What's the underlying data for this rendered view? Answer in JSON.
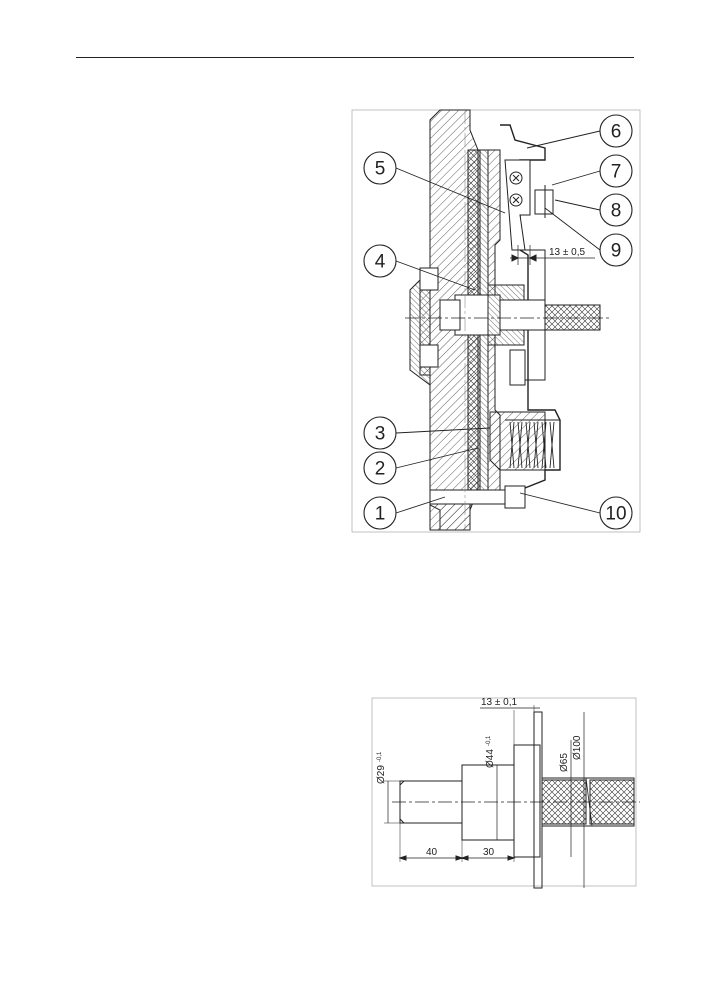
{
  "figure_a": {
    "callouts": [
      {
        "id": "callout-1",
        "label": "1"
      },
      {
        "id": "callout-2",
        "label": "2"
      },
      {
        "id": "callout-3",
        "label": "3"
      },
      {
        "id": "callout-4",
        "label": "4"
      },
      {
        "id": "callout-5",
        "label": "5"
      },
      {
        "id": "callout-6",
        "label": "6"
      },
      {
        "id": "callout-7",
        "label": "7"
      },
      {
        "id": "callout-8",
        "label": "8"
      },
      {
        "id": "callout-9",
        "label": "9"
      },
      {
        "id": "callout-10",
        "label": "10"
      }
    ],
    "gap_dimension": "13 ± 0,5"
  },
  "figure_b": {
    "offset_dim": "13 ± 0,1",
    "dia_29": "Ø29",
    "dia_29_tol": "-0,1",
    "dia_44": "Ø44",
    "dia_44_tol": "-0,1",
    "dia_65": "Ø65",
    "dia_100": "Ø100",
    "len_40": "40",
    "len_30": "30"
  }
}
